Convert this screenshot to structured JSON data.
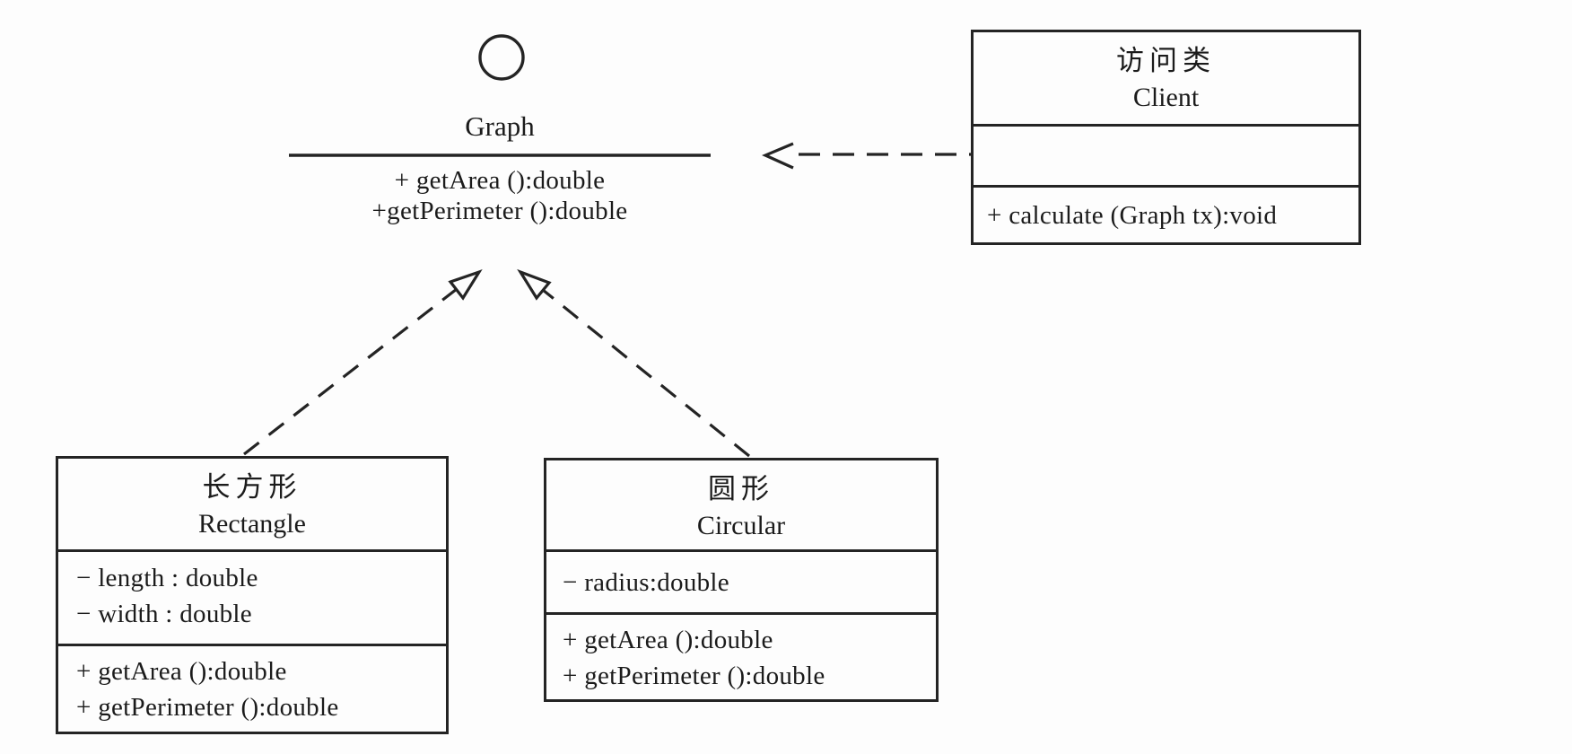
{
  "diagram": {
    "interface": {
      "name": "Graph",
      "methods": [
        "+ getArea ():double",
        "+getPerimeter ():double"
      ]
    },
    "client": {
      "title_zh": "访问类",
      "title_en": "Client",
      "methods": [
        "+ calculate (Graph tx):void"
      ]
    },
    "rectangle": {
      "title_zh": "长方形",
      "title_en": "Rectangle",
      "attributes": [
        "− length : double",
        "− width : double"
      ],
      "methods": [
        "+ getArea ():double",
        "+ getPerimeter ():double"
      ]
    },
    "circular": {
      "title_zh": "圆形",
      "title_en": "Circular",
      "attributes": [
        "− radius:double"
      ],
      "methods": [
        "+ getArea ():double",
        "+ getPerimeter ():double"
      ]
    },
    "relations": {
      "dependency": "Client ..> Graph",
      "realization_rectangle": "Rectangle ..|> Graph",
      "realization_circular": "Circular ..|> Graph"
    },
    "colors": {
      "ink": "#242424",
      "background": "#fdfdfd"
    }
  }
}
